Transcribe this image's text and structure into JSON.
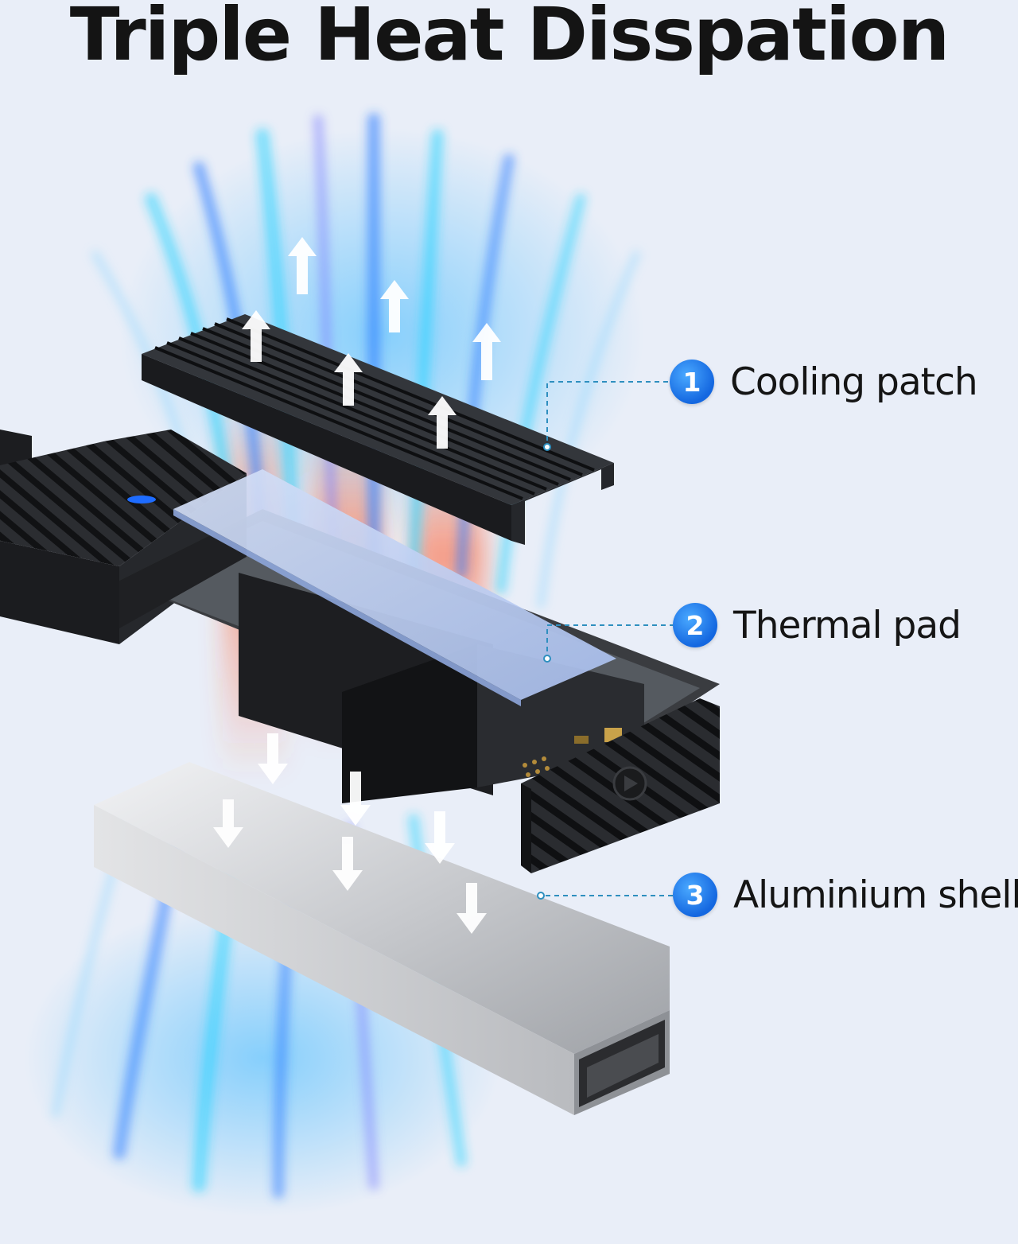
{
  "title": "Triple Heat Disspation",
  "callouts": [
    {
      "number": "1",
      "label": "Cooling patch"
    },
    {
      "number": "2",
      "label": "Thermal pad"
    },
    {
      "number": "3",
      "label": "Aluminium shell"
    }
  ],
  "colors": {
    "background": "#e9eef8",
    "badge": "#1c74ec",
    "leader": "#2e8fbf",
    "airflow_blue": "#2f7dff",
    "airflow_cyan": "#29d3ff",
    "heat_orange": "#ff6a33",
    "aluminium": "#c9cbcf",
    "black_plastic": "#222428",
    "thermal_pad": "#b7c9f1"
  }
}
